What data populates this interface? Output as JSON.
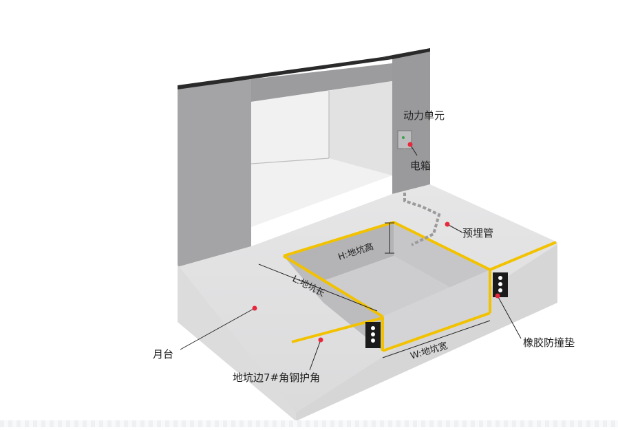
{
  "diagram": {
    "labels": {
      "power_unit": "动力单元",
      "electric_box": "电箱",
      "embedded_pipe": "预埋管",
      "pit_height": "H:地坑高",
      "pit_length": "L:地坑长",
      "pit_width": "W:地坑宽",
      "platform": "月台",
      "angle_steel": "地坑边7#角钢护角",
      "rubber_bumper": "橡胶防撞垫"
    },
    "colors": {
      "wall": "#a5a5a7",
      "wall_dark": "#8e8e90",
      "wall_inner": "#c4c4c6",
      "floor": "#e3e3e4",
      "floor_edge": "#d2d2d3",
      "pit_wall": "#b8b8ba",
      "pit_floor": "#cfcfd1",
      "edge_guard": "#f2c200",
      "bumper": "#1b1b1b",
      "marker": "#e8283c",
      "leader": "#222222"
    }
  }
}
